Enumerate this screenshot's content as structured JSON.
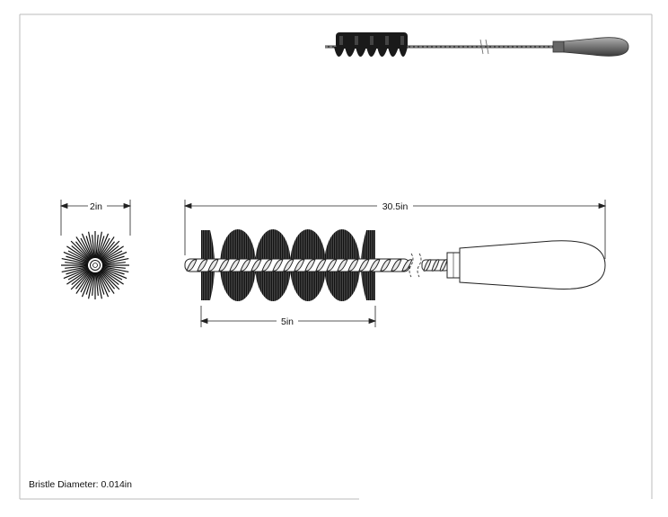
{
  "dimensions": {
    "diameter": "2in",
    "overall_length": "30.5in",
    "brush_length": "5in"
  },
  "note": "Bristle Diameter: 0.014in",
  "colors": {
    "bristle": "#1a1a1a",
    "handle": "#ffffff",
    "preview_handle": "#8a8a8a",
    "line": "#222222"
  },
  "icons": {
    "end_view": "radial-bristle-end-view",
    "side_view": "twisted-wire-brush-side-view",
    "preview": "brush-isometric-preview"
  }
}
